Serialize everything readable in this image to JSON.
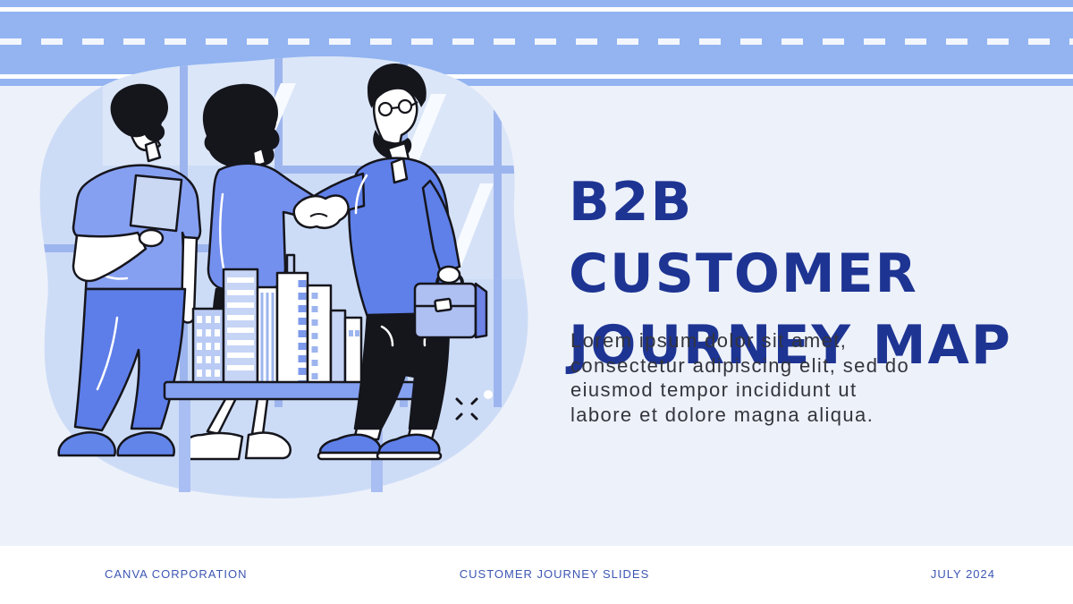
{
  "slide": {
    "title": {
      "line1": "B2B CUSTOMER",
      "line2": "JOURNEY MAP"
    },
    "body_lines": [
      "Lorem ipsum dolor sit amet,",
      "consectetur adipiscing elit, sed do",
      "eiusmod tempor incididunt ut",
      "labore et dolore magna aliqua."
    ],
    "footer": {
      "company": "CANVA CORPORATION",
      "deck": "CUSTOMER JOURNEY SLIDES",
      "date": "JULY 2024"
    }
  },
  "illustration": {
    "name": "business-handshake-meeting",
    "description": "Two businesspeople shaking hands across a table holding a miniature city model while a colleague holds a tablet; office window panes behind; man at right carries a briefcase",
    "icons": [
      "sparkle-icon",
      "dot-icon"
    ]
  },
  "colors": {
    "background": "#edf1fa",
    "band_blue": "#93b4f1",
    "title_navy": "#1d3493",
    "body_text": "#33343c",
    "footer_blue": "#3d57b3",
    "footer_background": "#ffffff",
    "blob_light_blue": "#cddcf6",
    "window_mullion": "#9db5ee",
    "tshirt_blue": "#86a0f1",
    "sweater_blue": "#7490ee",
    "jacket_blue": "#5f80e9",
    "jeans_blue": "#5d7ee9",
    "table_blue": "#84a0f0",
    "building_blue": "#b9cbf4",
    "briefcase_blue": "#aebff2",
    "outline_black": "#15151c"
  }
}
